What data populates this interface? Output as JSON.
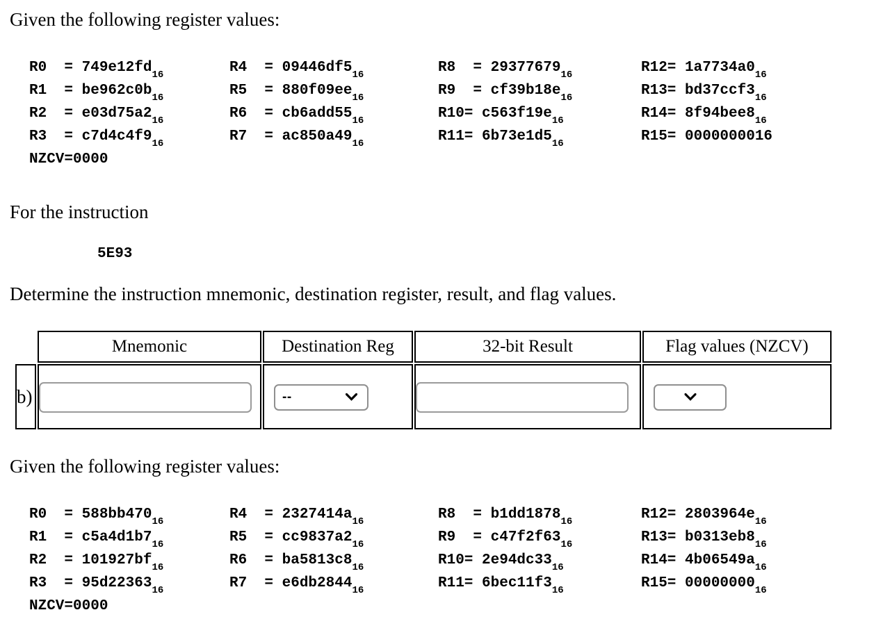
{
  "document": {
    "prompt_registers_1": "Given the following register values:",
    "prompt_for_instruction": "For the instruction",
    "instruction": "5E93",
    "prompt_determine": "Determine the instruction mnemonic, destination register, result, and flag values.",
    "prompt_registers_2": "Given the following register values:"
  },
  "register_block_1": {
    "rows": [
      [
        {
          "label": "R0  = ",
          "value": "749e12fd",
          "base": "16",
          "base_subscript": true
        },
        {
          "label": "R4  = ",
          "value": "09446df5",
          "base": "16",
          "base_subscript": true
        },
        {
          "label": "R8  = ",
          "value": "29377679",
          "base": "16",
          "base_subscript": true
        },
        {
          "label": "R12= ",
          "value": "1a7734a0",
          "base": "16",
          "base_subscript": true
        }
      ],
      [
        {
          "label": "R1  = ",
          "value": "be962c0b",
          "base": "16",
          "base_subscript": true
        },
        {
          "label": "R5  = ",
          "value": "880f09ee",
          "base": "16",
          "base_subscript": true
        },
        {
          "label": "R9  = ",
          "value": "cf39b18e",
          "base": "16",
          "base_subscript": true
        },
        {
          "label": "R13= ",
          "value": "bd37ccf3",
          "base": "16",
          "base_subscript": true
        }
      ],
      [
        {
          "label": "R2  = ",
          "value": "e03d75a2",
          "base": "16",
          "base_subscript": true
        },
        {
          "label": "R6  = ",
          "value": "cb6add55",
          "base": "16",
          "base_subscript": true
        },
        {
          "label": "R10= ",
          "value": "c563f19e",
          "base": "16",
          "base_subscript": true
        },
        {
          "label": "R14= ",
          "value": "8f94bee8",
          "base": "16",
          "base_subscript": true
        }
      ],
      [
        {
          "label": "R3  = ",
          "value": "c7d4c4f9",
          "base": "16",
          "base_subscript": true
        },
        {
          "label": "R7  = ",
          "value": "ac850a49",
          "base": "16",
          "base_subscript": true
        },
        {
          "label": "R11= ",
          "value": "6b73e1d5",
          "base": "16",
          "base_subscript": true
        },
        {
          "label": "R15= ",
          "value": "0000000016",
          "base": "",
          "base_subscript": false
        }
      ]
    ],
    "flags": "NZCV=0000"
  },
  "register_block_2": {
    "rows": [
      [
        {
          "label": "R0  = ",
          "value": "588bb470",
          "base": "16",
          "base_subscript": true
        },
        {
          "label": "R4  = ",
          "value": "2327414a",
          "base": "16",
          "base_subscript": true
        },
        {
          "label": "R8  = ",
          "value": "b1dd1878",
          "base": "16",
          "base_subscript": true
        },
        {
          "label": "R12= ",
          "value": "2803964e",
          "base": "16",
          "base_subscript": true
        }
      ],
      [
        {
          "label": "R1  = ",
          "value": "c5a4d1b7",
          "base": "16",
          "base_subscript": true
        },
        {
          "label": "R5  = ",
          "value": "cc9837a2",
          "base": "16",
          "base_subscript": true
        },
        {
          "label": "R9  = ",
          "value": "c47f2f63",
          "base": "16",
          "base_subscript": true
        },
        {
          "label": "R13= ",
          "value": "b0313eb8",
          "base": "16",
          "base_subscript": true
        }
      ],
      [
        {
          "label": "R2  = ",
          "value": "101927bf",
          "base": "16",
          "base_subscript": true
        },
        {
          "label": "R6  = ",
          "value": "ba5813c8",
          "base": "16",
          "base_subscript": true
        },
        {
          "label": "R10= ",
          "value": "2e94dc33",
          "base": "16",
          "base_subscript": true
        },
        {
          "label": "R14= ",
          "value": "4b06549a",
          "base": "16",
          "base_subscript": true
        }
      ],
      [
        {
          "label": "R3  = ",
          "value": "95d22363",
          "base": "16",
          "base_subscript": true
        },
        {
          "label": "R7  = ",
          "value": "e6db2844",
          "base": "16",
          "base_subscript": true
        },
        {
          "label": "R11= ",
          "value": "6bec11f3",
          "base": "16",
          "base_subscript": true
        },
        {
          "label": "R15= ",
          "value": "00000000",
          "base": "16",
          "base_subscript": true
        }
      ]
    ],
    "flags": "NZCV=0000"
  },
  "answer_table": {
    "headers": {
      "mnemonic": "Mnemonic",
      "destination_reg": "Destination Reg",
      "result": "32-bit Result",
      "flags": "Flag values (NZCV)"
    },
    "row": {
      "label": "b)",
      "mnemonic_value": "",
      "mnemonic_placeholder": "",
      "destination_selected": "--",
      "result_value": "",
      "result_placeholder": "",
      "flags_selected": ""
    },
    "chevron_glyph": "⌄"
  }
}
